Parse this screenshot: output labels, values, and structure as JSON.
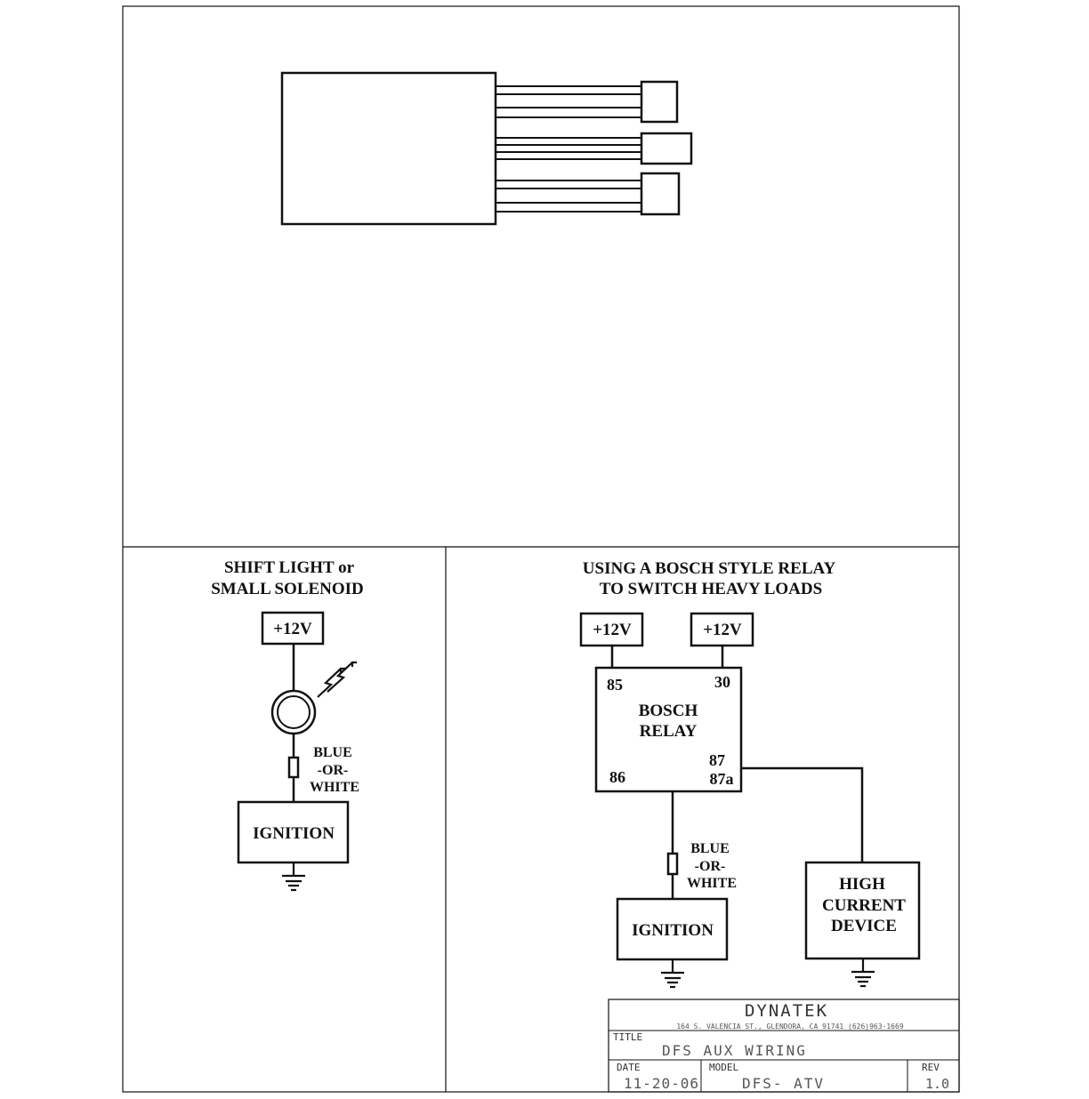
{
  "left_panel": {
    "title_line1": "SHIFT LIGHT or",
    "title_line2": "SMALL SOLENOID",
    "supply": "+12V",
    "wire_line1": "BLUE",
    "wire_line2": "-OR-",
    "wire_line3": "WHITE",
    "ignition": "IGNITION"
  },
  "right_panel": {
    "title_line1": "USING A BOSCH STYLE RELAY",
    "title_line2": "TO SWITCH HEAVY LOADS",
    "supply_a": "+12V",
    "supply_b": "+12V",
    "relay_line1": "BOSCH",
    "relay_line2": "RELAY",
    "pin_85": "85",
    "pin_30": "30",
    "pin_86": "86",
    "pin_87": "87",
    "pin_87a": "87a",
    "wire_line1": "BLUE",
    "wire_line2": "-OR-",
    "wire_line3": "WHITE",
    "ignition": "IGNITION",
    "load_line1": "HIGH",
    "load_line2": "CURRENT",
    "load_line3": "DEVICE"
  },
  "title_block": {
    "company": "DYNATEK",
    "address": "164 S. VALENCIA ST., GLENDORA, CA 91741   (626)963-1669",
    "title_label": "TITLE",
    "title_value": "DFS AUX WIRING",
    "date_label": "DATE",
    "date_value": "11-20-06",
    "model_label": "MODEL",
    "model_value": "DFS- ATV",
    "rev_label": "REV",
    "rev_value": "1.0"
  }
}
